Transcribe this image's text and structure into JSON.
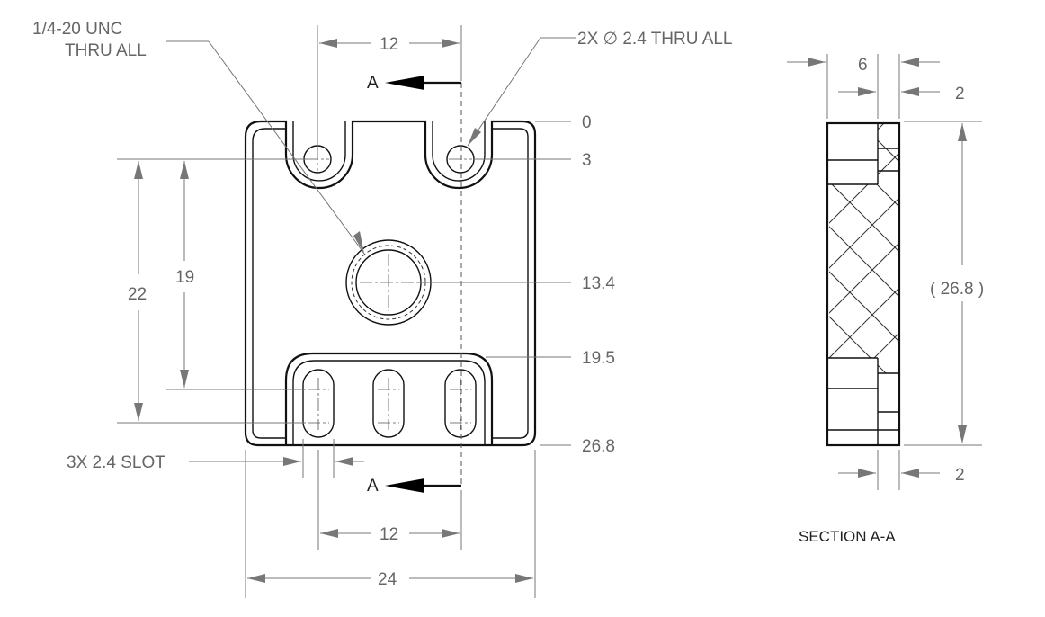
{
  "notes": {
    "tap_line1": "1/4-20 UNC",
    "tap_line2": "THRU ALL",
    "holes": "2X ∅ 2.4 THRU ALL",
    "slots": "3X 2.4 SLOT"
  },
  "section": {
    "marker_top": "A",
    "marker_bottom": "A",
    "title": "SECTION A-A"
  },
  "ordinates": {
    "v0": "0",
    "v3": "3",
    "v13_4": "13.4",
    "v19_5": "19.5",
    "v26_8": "26.8"
  },
  "dims": {
    "top_width": "12",
    "bottom_width": "12",
    "overall_width": "24",
    "left_outer": "22",
    "left_inner": "19",
    "sec_thickness": "6",
    "sec_top_step": "2",
    "sec_bottom_step": "2",
    "sec_height": "( 26.8 )"
  }
}
